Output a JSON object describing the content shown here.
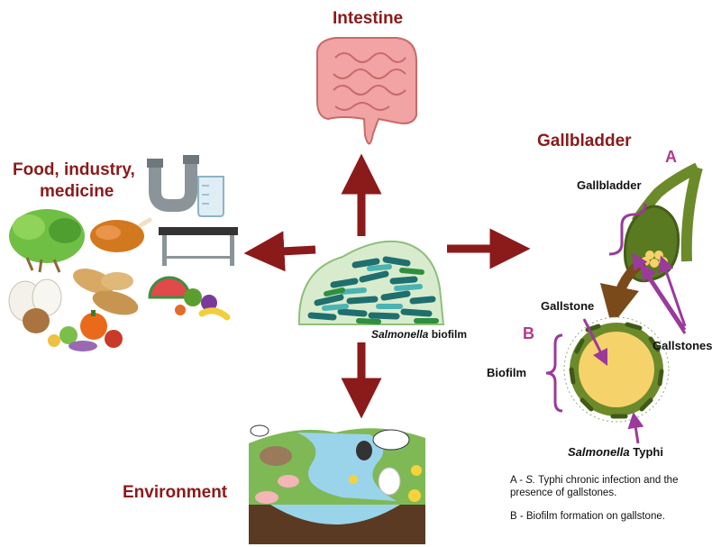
{
  "labels": {
    "intestine": "Intestine",
    "gallbladder_title": "Gallbladder",
    "food": "Food, industry,",
    "food2": "medicine",
    "environment": "Environment",
    "biofilm_caption_italic": "Salmonella",
    "biofilm_caption_rest": " biofilm",
    "letter_a": "A",
    "letter_b": "B",
    "gb_label": "Gallbladder",
    "gallstone": "Gallstone",
    "gallstones": "Gallstones",
    "biofilm": "Biofilm",
    "typhi_italic": "Salmonella",
    "typhi_rest": " Typhi"
  },
  "notes": {
    "a_prefix": "A - ",
    "a_italic": "S.",
    "a_rest": " Typhi chronic infection and the presence of gallstones.",
    "b": "B - Biofilm formation on gallstone."
  },
  "colors": {
    "heading": "#8b1a1a",
    "arrow": "#8b1a1a",
    "bracket": "#9b3a9b",
    "gallbladder": "#6b8a2a",
    "stone": "#f6d26b",
    "brown_arrow": "#7a4a1a"
  }
}
